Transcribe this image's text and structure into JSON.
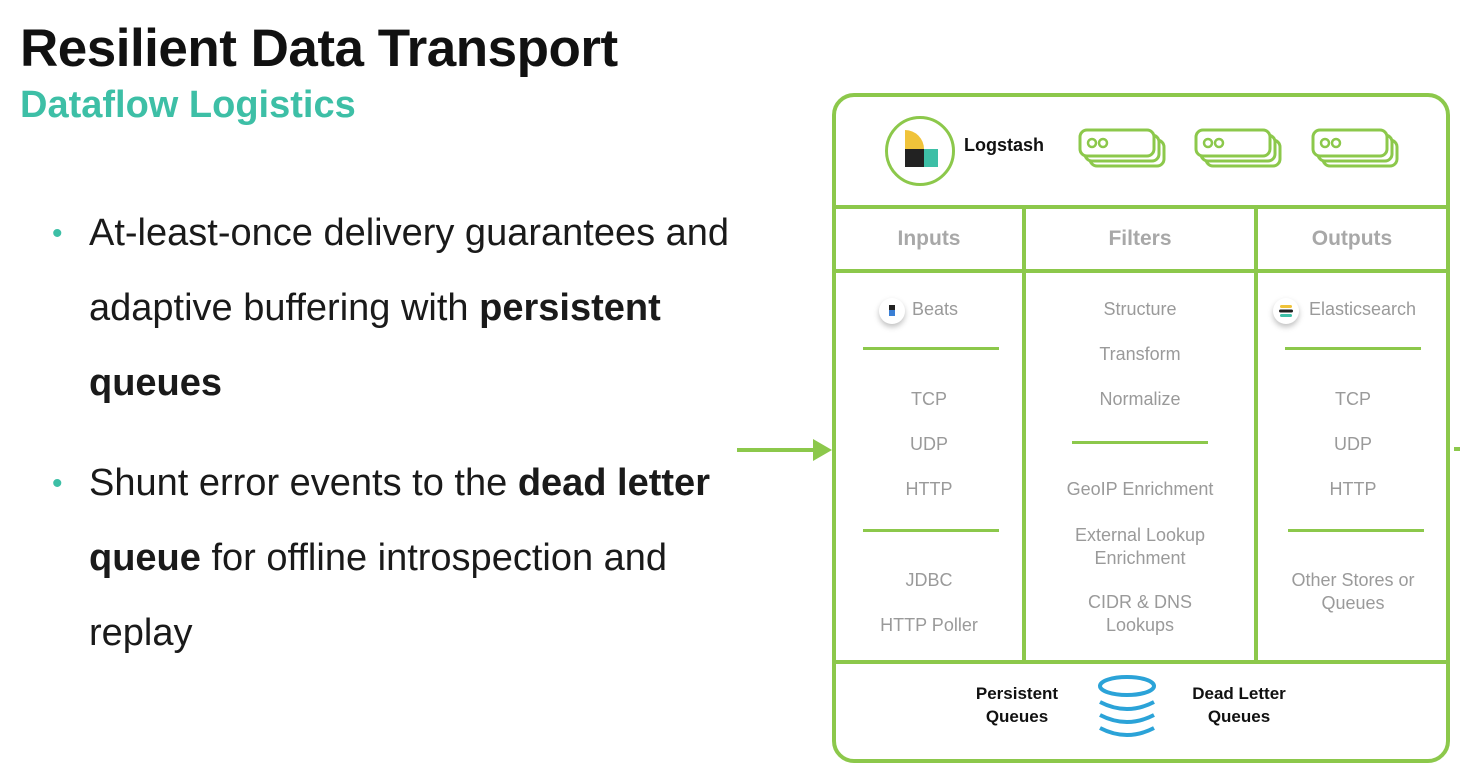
{
  "slide": {
    "title": "Resilient Data Transport",
    "subtitle": "Dataflow Logistics"
  },
  "bullets": [
    {
      "pre": "At-least-once delivery guarantees and adaptive buffering with ",
      "bold": "persistent queues",
      "post": ""
    },
    {
      "pre": "Shunt error events to the ",
      "bold": "dead letter queue",
      "post": " for offline introspection and replay"
    }
  ],
  "diagram": {
    "product": "Logstash",
    "columns": {
      "inputs": "Inputs",
      "filters": "Filters",
      "outputs": "Outputs"
    },
    "inputs": {
      "beats": "Beats",
      "tcp": "TCP",
      "udp": "UDP",
      "http": "HTTP",
      "jdbc": "JDBC",
      "http_poller": "HTTP Poller"
    },
    "filters": {
      "structure": "Structure",
      "transform": "Transform",
      "normalize": "Normalize",
      "geoip": "GeoIP Enrichment",
      "external_lookup": "External Lookup Enrichment",
      "cidr_dns": "CIDR & DNS Lookups"
    },
    "outputs": {
      "elasticsearch": "Elasticsearch",
      "tcp": "TCP",
      "udp": "UDP",
      "http": "HTTP",
      "other": "Other Stores or Queues"
    },
    "queues": {
      "persistent": "Persistent Queues",
      "dead_letter": "Dead Letter Queues"
    },
    "colors": {
      "frame": "#8cc84b",
      "accent": "#3dbfa6",
      "muted_text": "#9a9a9a",
      "logo_yellow": "#f0c33a",
      "logo_teal": "#3dbfa6",
      "db_blue": "#2ba3d8"
    },
    "icons": [
      "logstash-logo-icon",
      "server-stack-icon",
      "beats-icon",
      "elasticsearch-icon",
      "database-icon",
      "arrow-right-icon"
    ]
  }
}
